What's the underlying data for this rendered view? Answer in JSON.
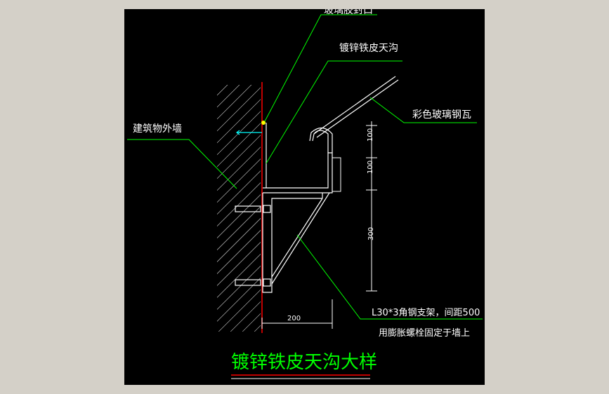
{
  "colors": {
    "background": "#000000",
    "frame": "#d4d0c8",
    "leader": "#00ff00",
    "outline": "#ffffff",
    "wall_line": "#ff0000",
    "title_text": "#00ff00",
    "title_underline": "#ff0000"
  },
  "labels": {
    "glass_glue_seal": "玻璃胶封口",
    "gutter": "镀锌铁皮天沟",
    "tile": "彩色玻璃钢瓦",
    "wall": "建筑物外墙",
    "bracket_line1": "L30*3角钢支架，间距500",
    "bracket_line2": "用膨胀螺栓固定于墙上"
  },
  "dimensions": {
    "dim_100_top": "100",
    "dim_100_mid": "100",
    "dim_300": "300",
    "dim_200": "200"
  },
  "title": "镀锌铁皮天沟大样"
}
